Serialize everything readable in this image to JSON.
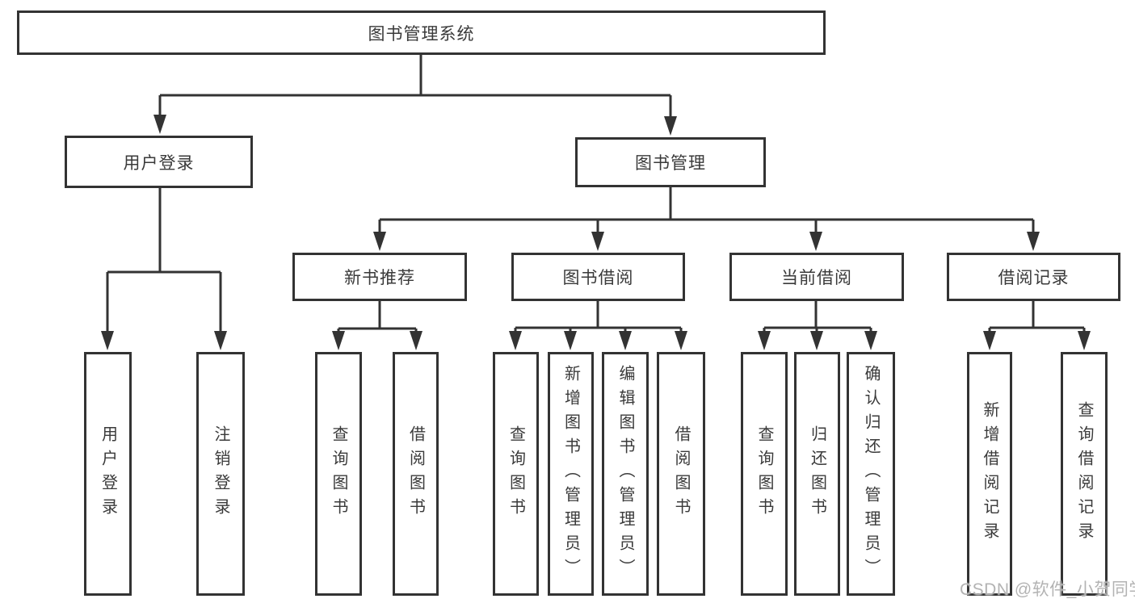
{
  "diagram": {
    "root": {
      "label": "图书管理系统"
    },
    "level2": {
      "user_login": "用户登录",
      "book_management": "图书管理"
    },
    "level3": {
      "new_book_recommend": "新书推荐",
      "book_borrow": "图书借阅",
      "current_borrow": "当前借阅",
      "borrow_record": "借阅记录"
    },
    "leaves": {
      "user_login": [
        "用户登录",
        "注销登录"
      ],
      "new_book_recommend": [
        "查询图书",
        "借阅图书"
      ],
      "book_borrow": [
        "查询图书",
        "新增图书（管理员）",
        "编辑图书（管理员）",
        "借阅图书"
      ],
      "current_borrow": [
        "查询图书",
        "归还图书",
        "确认归还（管理员）"
      ],
      "borrow_record": [
        "新增借阅记录",
        "查询借阅记录"
      ]
    },
    "watermark": "CSDN @软件_小贺同学",
    "colors": {
      "line": "#333333",
      "text": "#3a3a3a",
      "background": "#ffffff",
      "watermark": "#b3b3b3"
    }
  }
}
